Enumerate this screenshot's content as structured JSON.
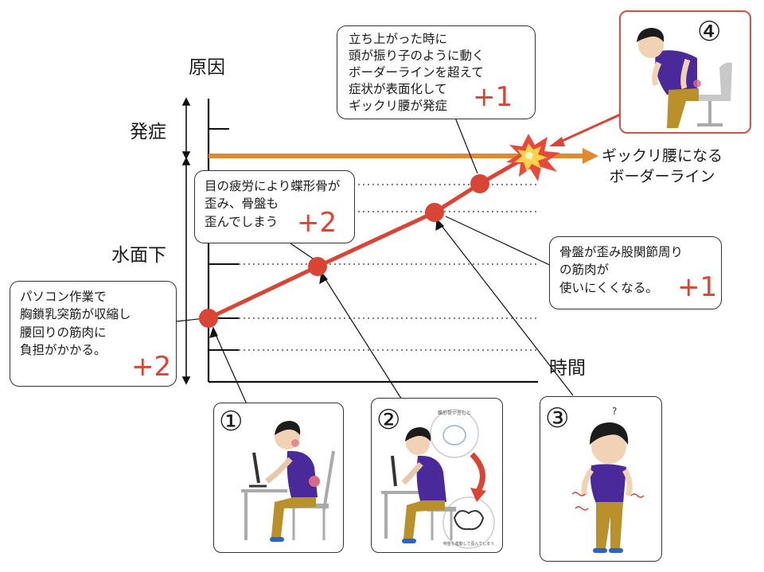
{
  "axis": {
    "y_title": "原因",
    "x_title": "時間",
    "upper_zone": "発症",
    "lower_zone": "水面下"
  },
  "border_line": {
    "line1": "ギックリ腰になる",
    "line2": "ボーダーライン",
    "color": "#e08a30"
  },
  "progress_line": {
    "color": "#d94535",
    "points_count": 5
  },
  "callouts": [
    {
      "lines": [
        "パソコン作業で",
        "胸鎖乳突筋が収縮し",
        "腰回りの筋肉に",
        "負担がかかる。"
      ],
      "plus": "+2"
    },
    {
      "lines": [
        "目の疲労により蝶形骨が",
        "歪み、骨盤も",
        "歪んでしまう"
      ],
      "plus": "+2"
    },
    {
      "lines": [
        "骨盤が歪み股関節周り",
        "の筋肉が",
        "使いにくくなる。"
      ],
      "plus": "+1"
    },
    {
      "lines": [
        "立ち上がった時に",
        "頭が振り子のように動く",
        "ボーダーラインを超えて",
        "症状が表面化して",
        "ギックリ腰が発症"
      ],
      "plus": "+1"
    }
  ],
  "panels": [
    {
      "num": "①",
      "icon": "person-at-computer-icon"
    },
    {
      "num": "②",
      "icon": "person-at-computer-pelvis-icon",
      "note_top": "蝶形骨が歪むと",
      "note_bottom": "骨盤も連動して歪んでしまう"
    },
    {
      "num": "③",
      "icon": "person-hip-pain-icon",
      "mark": "?"
    },
    {
      "num": "④",
      "icon": "person-back-pain-standing-icon"
    }
  ]
}
